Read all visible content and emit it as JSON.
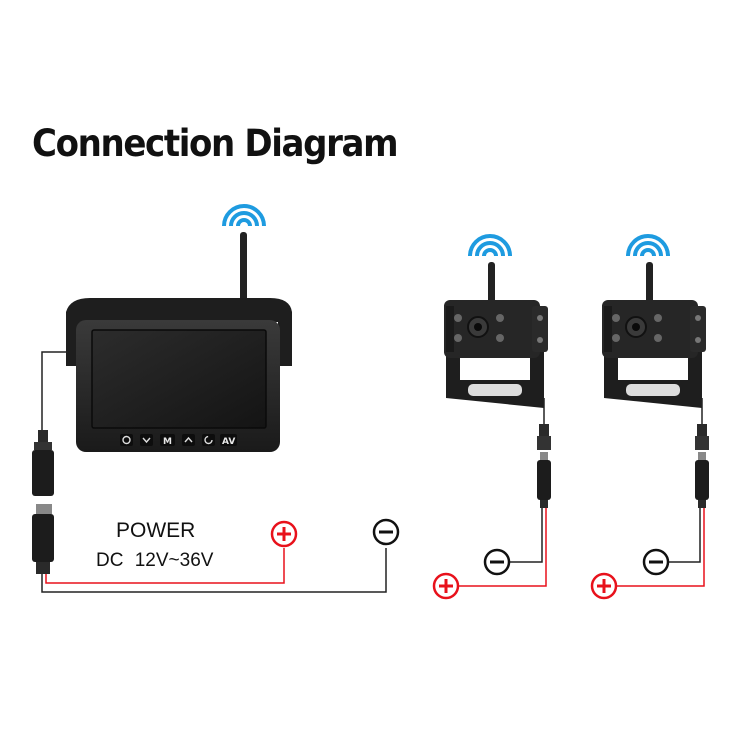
{
  "title": "Connection Diagram",
  "power": {
    "label": "POWER",
    "voltage": "DC  12V~36V"
  },
  "monitor": {
    "buttons": [
      "M",
      "AV"
    ]
  },
  "colors": {
    "positive": "#e8111b",
    "negative": "#111111",
    "wireless": "#1e9be0"
  }
}
